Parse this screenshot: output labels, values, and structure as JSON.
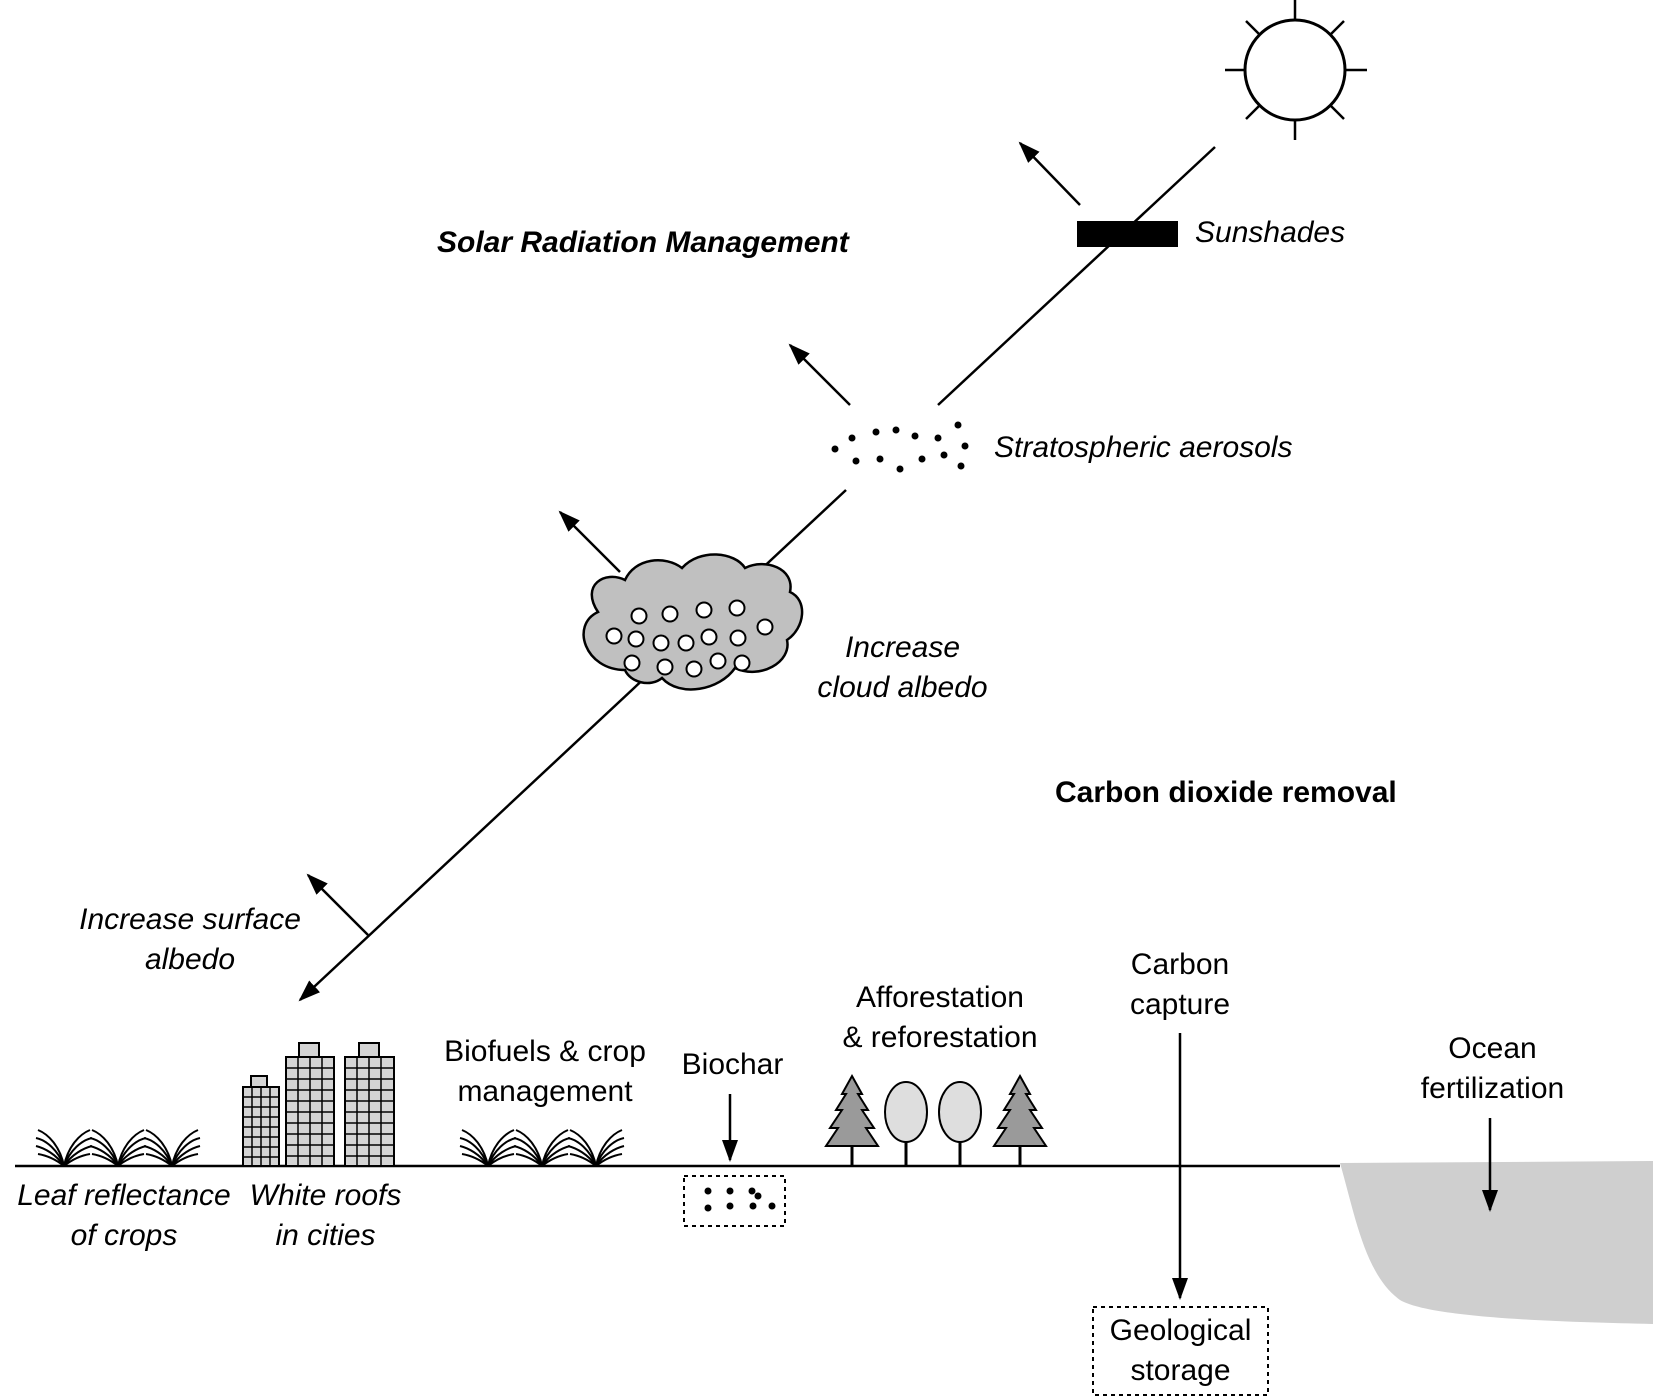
{
  "headings": {
    "srm": "Solar Radiation Management",
    "cdr": "Carbon dioxide removal"
  },
  "labels": {
    "sunshades": "Sunshades",
    "stratospheric_aerosols": "Stratospheric aerosols",
    "cloud_albedo": [
      "Increase",
      "cloud albedo"
    ],
    "surface_albedo": [
      "Increase surface",
      "albedo"
    ],
    "leaf_reflectance": [
      "Leaf reflectance",
      "of crops"
    ],
    "white_roofs": [
      "White roofs",
      "in cities"
    ],
    "biofuels": [
      "Biofuels & crop",
      "management"
    ],
    "biochar": "Biochar",
    "afforestation": [
      "Afforestation",
      "& reforestation"
    ],
    "carbon_capture": [
      "Carbon",
      "capture"
    ],
    "geological_storage": [
      "Geological",
      "storage"
    ],
    "ocean_fertilization": [
      "Ocean",
      "fertilization"
    ]
  },
  "colors": {
    "line": "#000000",
    "cloud": "#c0c0c0",
    "ocean": "#cfcfcf",
    "building": "#d4d4d4",
    "tree_conifer": "#9a9a9a",
    "tree_round": "#dedede"
  }
}
